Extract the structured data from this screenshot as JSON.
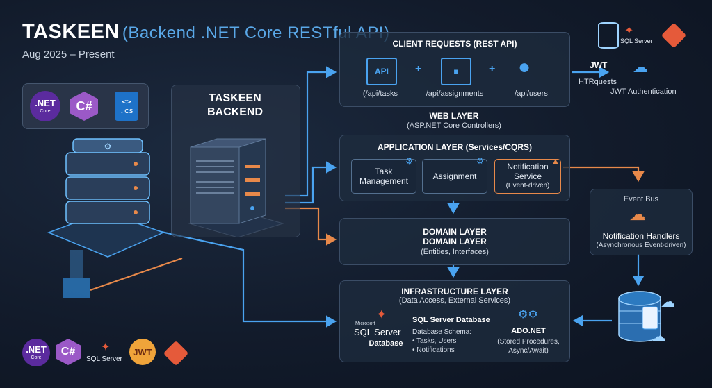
{
  "header": {
    "title": "TASKEEN",
    "subtitle": "(Backend .NET Core RESTful API)",
    "date": "Aug 2025 – Present"
  },
  "logos_top": {
    "dotnet": ".NET",
    "dotnet_sub": "Core",
    "csharp": "C#",
    "cs_file_symbol": "<>",
    "cs_file_ext": ".cs"
  },
  "backend": {
    "label_line1": "TASKEEN",
    "label_line2": "BACKEND"
  },
  "client_requests": {
    "title": "CLIENT REQUESTS (REST API)",
    "items": [
      {
        "icon": "api-lock-icon",
        "icon_text": "API",
        "label": "(/api/tasks"
      },
      {
        "icon": "window-lock-icon",
        "icon_text": "",
        "label": "/api/assignments"
      },
      {
        "icon": "users-icon",
        "icon_text": "",
        "label": "/api/users"
      }
    ]
  },
  "jwt": {
    "title": "JWT",
    "requests": "HTRquests",
    "auth": "JWT Authentication"
  },
  "top_right_logos": {
    "sql_server": "SQL Server"
  },
  "web_layer": {
    "title": "WEB LAYER",
    "subtitle": "(ASP.NET Core Controllers)"
  },
  "application_layer": {
    "title": "APPLICATION LAYER (Services/CQRS)",
    "items": [
      {
        "label_line1": "Task",
        "label_line2": "Management"
      },
      {
        "label_line1": "Assignment",
        "label_line2": ""
      },
      {
        "label_line1": "Notification",
        "label_line2": "Service",
        "label_line3": "(Event-driven)"
      }
    ]
  },
  "event_bus": {
    "title": "Event Bus",
    "handlers": "Notification Handlers",
    "handlers_sub": "(Asynchronous Event-driven)"
  },
  "domain_layer": {
    "title_line1": "DOMAIN LAYER",
    "title_line2": "DOMAIN LAYER",
    "subtitle": "(Entities, Interfaces)"
  },
  "infrastructure_layer": {
    "title": "INFRASTRUCTURE LAYER",
    "subtitle": "(Data Access, External Services)",
    "sql_brand": "Microsoft",
    "sql_logo_text": "SQL Server",
    "sql_logo_sub": "Database",
    "db_title": "SQL Server Database",
    "db_schema_label": "Database Schema:",
    "db_schema_items": [
      "• Tasks, Users",
      "• Notifications"
    ],
    "ado_title": "ADO.NET",
    "ado_line1": "(Stored Procedures,",
    "ado_line2": "Async/Await)"
  },
  "logos_bottom": {
    "dotnet": ".NET",
    "dotnet_sub": "Core",
    "csharp": "C#",
    "sql_server": "SQL Server",
    "jwt": "JWT"
  },
  "colors": {
    "accent_blue": "#4aa3f0",
    "accent_orange": "#e8894a",
    "dotnet_purple": "#5b2b9e",
    "csharp_purple": "#9b59c7",
    "git_orange": "#e55a3a"
  }
}
